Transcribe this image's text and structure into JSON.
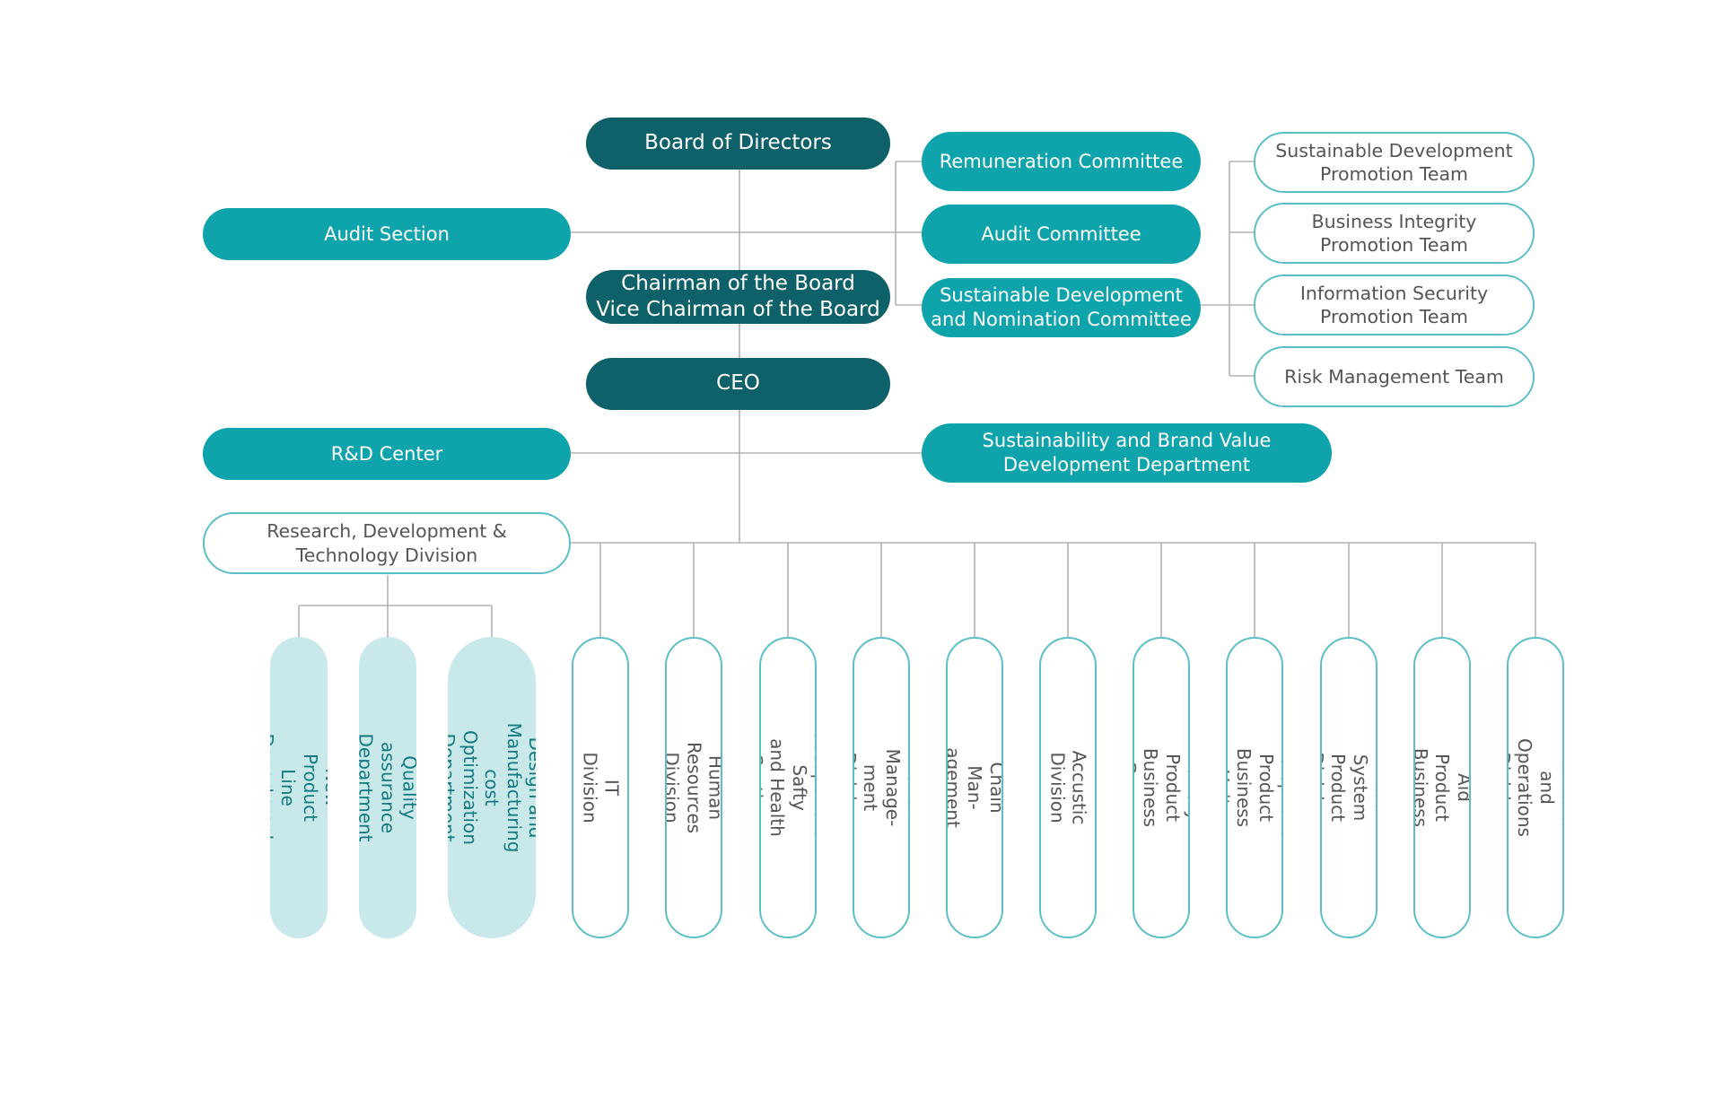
{
  "colors": {
    "dark": "#0e6168",
    "teal": "#0fa3ac",
    "outline_border": "#5cbfc6",
    "light_fill": "#c8e8ea",
    "light_text": "#137a80",
    "line": "#b3b3b3"
  },
  "governance": {
    "board": "Board of Directors",
    "chairman": "Chairman of the Board\nVice Chairman of the Board",
    "ceo": "CEO",
    "audit_section": "Audit Section",
    "rd_center": "R&D Center",
    "sustainability_brand": "Sustainability and Brand Value\nDevelopment Department",
    "research_division": "Research, Development &\nTechnology Division"
  },
  "committees": {
    "remuneration": "Remuneration Committee",
    "audit": "Audit Committee",
    "sustainable_nomination": "Sustainable Development\nand Nomination Committee"
  },
  "teams": {
    "sustainable_dev": "Sustainable Development\nPromotion Team",
    "business_integrity": "Business Integrity\nPromotion Team",
    "info_security": "Information Security\nPromotion Team",
    "risk_management": "Risk Management Team"
  },
  "rd_departments": [
    "New Product Line\nDepartment",
    "Quality assurance\nDepartment",
    "Design and Manufacturing\ncost Optimization\nDepartment"
  ],
  "divisions": [
    "IT Division",
    "Human Resources\nDivision",
    "Occupational Safty\nand Health Section",
    "Financial Manage-\nment Division",
    "Supply Chain Man-\nagement Division",
    "Accustic Division",
    "Battery Product\nBusiness Group",
    "Microphone Product\nBusiness Unit",
    "Micro System\nProduct Division",
    "Hearing Aid Product\nBusiness Division",
    "Production and\nOperations Division"
  ]
}
